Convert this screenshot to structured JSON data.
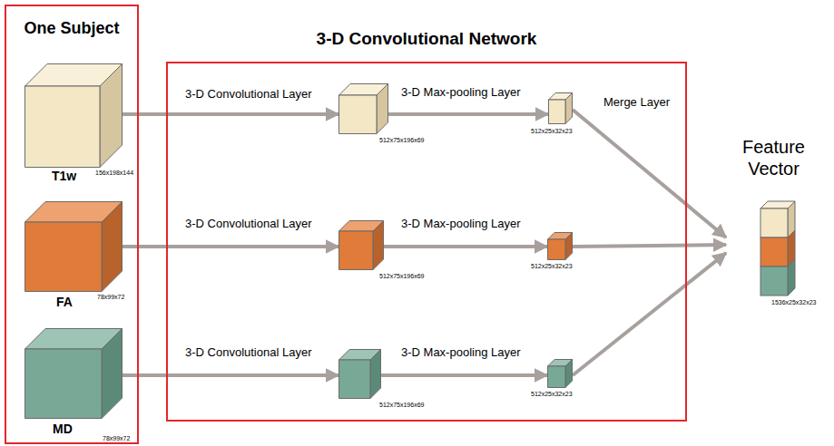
{
  "diagram": {
    "nodes": [
      {
        "text": [
          "One Subject"
        ]
      },
      {
        "text": [
          "T1w",
          "156x198x144"
        ],
        "in": 0
      },
      {
        "text": [
          "FA",
          "78x99x72"
        ],
        "in": 0
      },
      {
        "text": [
          "MD",
          "78x99x72"
        ],
        "in": 0
      },
      {
        "text": [
          "3-D Convolutional Network"
        ]
      },
      {
        "text": [
          "512x75x196x69"
        ],
        "in": 4
      },
      {
        "text": [
          "512x25x32x23"
        ],
        "in": 4
      },
      {
        "text": [
          "512x75x196x69"
        ],
        "in": 4
      },
      {
        "text": [
          "512x25x32x23"
        ],
        "in": 4
      },
      {
        "text": [
          "512x75x196x69"
        ],
        "in": 4
      },
      {
        "text": [
          "512x25x32x23"
        ],
        "in": 4
      },
      {
        "text": [
          "Feature Vector",
          "1536x25x32x23"
        ]
      }
    ],
    "edges": [
      {
        "from": 1,
        "to": 5,
        "label": "3-D Convolutional Layer",
        "arrow": "to"
      },
      {
        "from": 5,
        "to": 6,
        "label": "3-D Max-pooling Layer",
        "arrow": "to"
      },
      {
        "from": 2,
        "to": 7,
        "label": "3-D Convolutional Layer",
        "arrow": "to"
      },
      {
        "from": 7,
        "to": 8,
        "label": "3-D Max-pooling Layer",
        "arrow": "to"
      },
      {
        "from": 3,
        "to": 9,
        "label": "3-D Convolutional Layer",
        "arrow": "to"
      },
      {
        "from": 9,
        "to": 10,
        "label": "3-D Max-pooling Layer",
        "arrow": "to"
      },
      {
        "from": 6,
        "to": 11,
        "label": "Merge Layer",
        "arrow": "to"
      },
      {
        "from": 8,
        "to": 11,
        "arrow": "to"
      },
      {
        "from": 10,
        "to": 11,
        "arrow": "to"
      }
    ]
  }
}
